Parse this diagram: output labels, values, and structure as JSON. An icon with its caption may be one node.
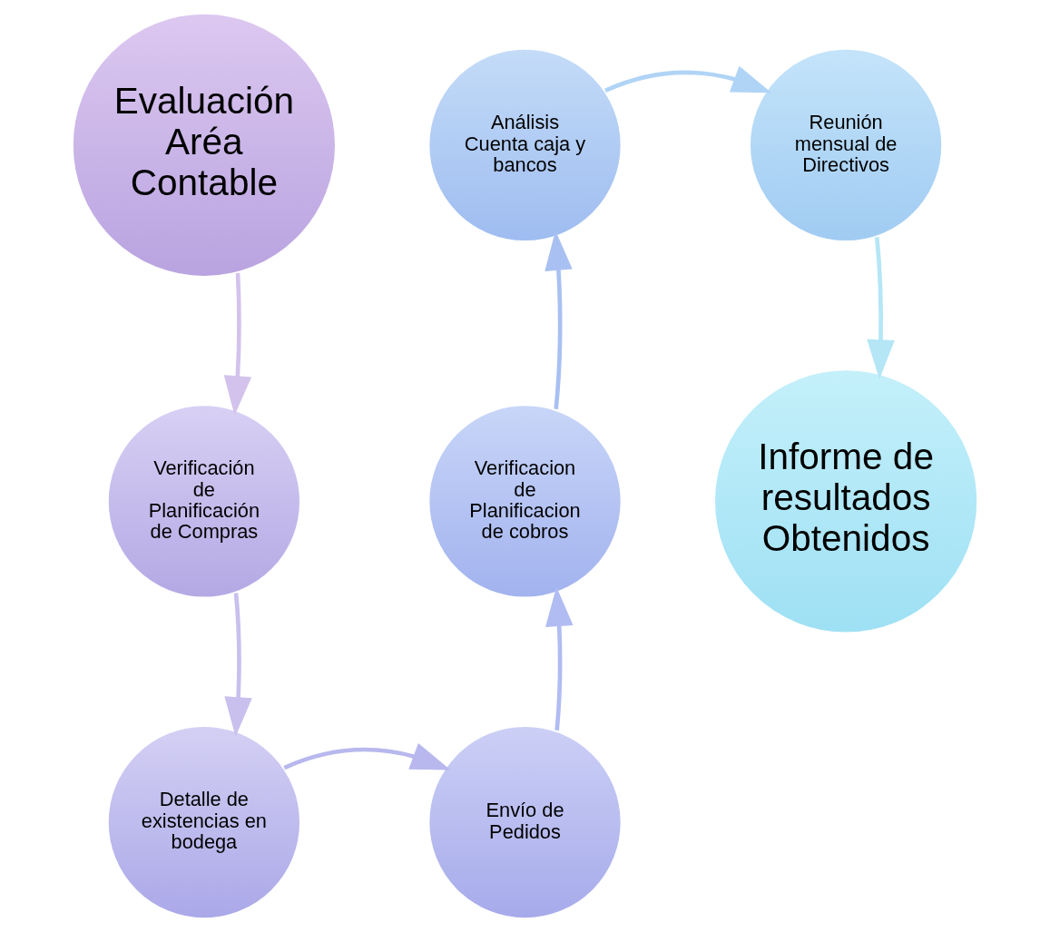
{
  "diagram": {
    "nodes": [
      {
        "text": [
          "Evaluación Aréa Contable"
        ]
      },
      {
        "text": [
          "Verificación de Planificación de Compras"
        ]
      },
      {
        "text": [
          "Detalle de existencias en bodega"
        ]
      },
      {
        "text": [
          "Envío de Pedidos"
        ]
      },
      {
        "text": [
          "Verificacion de Planificacion de cobros"
        ]
      },
      {
        "text": [
          "Análisis Cuenta caja y bancos"
        ]
      },
      {
        "text": [
          "Reunión mensual de Directivos"
        ]
      },
      {
        "text": [
          "Informe de resultados Obtenidos"
        ]
      }
    ],
    "edges": [
      {
        "from": 0,
        "to": 1,
        "arrow": "to",
        "color": "#d3c3ec"
      },
      {
        "from": 1,
        "to": 2,
        "arrow": "to",
        "color": "#c9c0ee"
      },
      {
        "from": 2,
        "to": 3,
        "arrow": "to",
        "color": "#b8b8ee"
      },
      {
        "from": 3,
        "to": 4,
        "arrow": "to",
        "color": "#b0bcf2"
      },
      {
        "from": 4,
        "to": 5,
        "arrow": "to",
        "color": "#a9c0f2"
      },
      {
        "from": 5,
        "to": 6,
        "arrow": "to",
        "color": "#b0d4f6"
      },
      {
        "from": 6,
        "to": 7,
        "arrow": "to",
        "color": "#b4e6f6"
      }
    ]
  }
}
